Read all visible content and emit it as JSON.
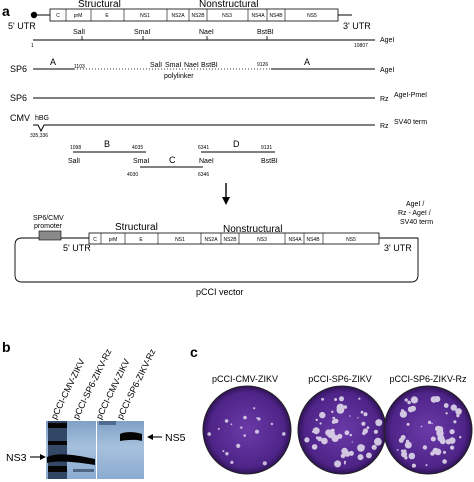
{
  "panel_a": {
    "label": "a",
    "genome": {
      "utr5": "5' UTR",
      "utr3": "3' UTR",
      "structural": "Structural",
      "nonstructural": "Nonstructural",
      "genes": [
        "C",
        "prM",
        "E",
        "NS1",
        "NS2A",
        "NS2B",
        "NS3",
        "NS4A",
        "NS4B",
        "NS5"
      ]
    },
    "map_row": {
      "start": "1",
      "end": "10807",
      "sites": [
        "SalI",
        "SmaI",
        "NaeI",
        "BstBI"
      ],
      "right_label": "AgeI"
    },
    "sp6_row": {
      "promoter": "SP6",
      "fragment_a": "A",
      "pos_left": "1103",
      "pos_right": "9126",
      "polylinker_sites": [
        "SalI",
        "SmaI",
        "NaeI",
        "BstBI"
      ],
      "polylinker": "polylinker",
      "right_label": "AgeI"
    },
    "sp6_rz_row": {
      "promoter": "SP6",
      "rz": "Rz",
      "right_label": "AgeI-PmeI"
    },
    "cmv_row": {
      "promoter": "CMV",
      "hbg": "hBG",
      "positions": "335,336",
      "rz": "Rz",
      "right_label": "SV40 term"
    },
    "fragments": {
      "b_label": "B",
      "b_start": "1098",
      "b_end": "4035",
      "c_label": "C",
      "c_start": "4030",
      "c_end": "6346",
      "d_label": "D",
      "d_start": "6341",
      "d_end": "9131",
      "sites": [
        "SalI",
        "SmaI",
        "NaeI",
        "BstBI"
      ]
    },
    "vector": {
      "promoter": "SP6/CMV\npromoter",
      "utr5": "5' UTR",
      "utr3": "3' UTR",
      "structural": "Structural",
      "nonstructural": "Nonstructural",
      "right_label": "AgeI /\nRz - AgeI /\nSV40 term",
      "name": "pCCI vector"
    }
  },
  "panel_b": {
    "label": "b",
    "lanes": [
      "pCCI-CMV-ZIKV",
      "pCCI-SP6-ZIKV-Rz",
      "pCCI-CMV-ZIKV",
      "pCCI-SP6-ZIKV-Rz"
    ],
    "left_band": "NS3",
    "right_band": "NS5"
  },
  "panel_c": {
    "label": "c",
    "wells": [
      "pCCI-CMV-ZIKV",
      "pCCI-SP6-ZIKV",
      "pCCI-SP6-ZIKV-Rz"
    ]
  },
  "colors": {
    "plaque_purple": "#5b2d9a",
    "blot_dark": "#0d0d0d",
    "promoter_box": "#8a8a8a"
  }
}
